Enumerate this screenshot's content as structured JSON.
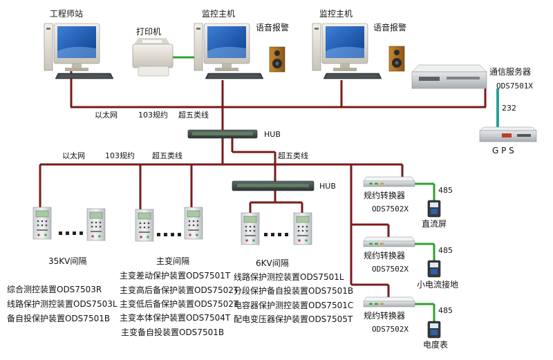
{
  "colors": {
    "bus": "#7a1a1a",
    "serial": "#2ea22e",
    "aqua": "#2aa198",
    "screen": "#1f5fb8"
  },
  "top": {
    "engineer": "工程师站",
    "printer": "打印机",
    "monitor1": "监控主机",
    "voice1": "语音报警",
    "monitor2": "监控主机",
    "voice2": "语音报警",
    "comm_server": "通信服务器",
    "comm_model": "ODS7501X",
    "rs232": "232",
    "gps": "G P S"
  },
  "bus_labels": {
    "ethernet1": "以太网",
    "protocol1": "103规约",
    "cat5_1": "超五类线",
    "hub1": "HUB",
    "ethernet2": "以太网",
    "protocol2": "103规约",
    "cat5_2": "超五类线",
    "cat5_3": "超五类线",
    "hub2": "HUB"
  },
  "groups": {
    "kv35": {
      "title": "35KV间隔",
      "items": [
        "综合测控装置ODS7503R",
        "线路保护测控装置ODS7503L",
        "备自投保护装置ODS7501B"
      ]
    },
    "main": {
      "title": "主变间隔",
      "items": [
        "主变差动保护装置ODS7501T",
        "主变高后备保护装置ODS7502T",
        "主变低后备保护装置ODS7502T",
        "主变本体保护装置ODS7504T",
        "主变备自投装置ODS7501B"
      ]
    },
    "kv6": {
      "title": "6KV间隔",
      "items": [
        "线路保护测控装置ODS7501L",
        "分段保护备自投装置ODS7501B",
        "电容器保护测控装置ODS7501C",
        "配电变压器保护装置ODS7505T"
      ]
    }
  },
  "converters": [
    {
      "name": "规约转换器",
      "model": "ODS7502X",
      "port": "485",
      "device": "直流屏"
    },
    {
      "name": "规约转换器",
      "model": "ODS7502X",
      "port": "485",
      "device": "小电流接地"
    },
    {
      "name": "规约转换器",
      "model": "ODS7502X",
      "port": "485",
      "device": "电度表"
    }
  ]
}
